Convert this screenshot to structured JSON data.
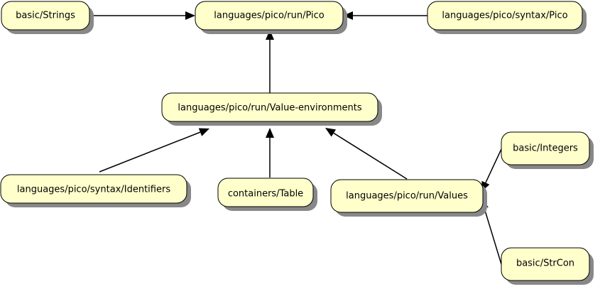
{
  "diagram": {
    "nodes": [
      {
        "id": "strings",
        "label": "basic/Strings"
      },
      {
        "id": "run-pico",
        "label": "languages/pico/run/Pico"
      },
      {
        "id": "syntax-pico",
        "label": "languages/pico/syntax/Pico"
      },
      {
        "id": "value-env",
        "label": "languages/pico/run/Value-environments"
      },
      {
        "id": "identifiers",
        "label": "languages/pico/syntax/Identifiers"
      },
      {
        "id": "table",
        "label": "containers/Table"
      },
      {
        "id": "values",
        "label": "languages/pico/run/Values"
      },
      {
        "id": "integers",
        "label": "basic/Integers"
      },
      {
        "id": "strcon",
        "label": "basic/StrCon"
      }
    ],
    "edges": [
      {
        "from": "strings",
        "to": "run-pico"
      },
      {
        "from": "syntax-pico",
        "to": "run-pico"
      },
      {
        "from": "value-env",
        "to": "run-pico"
      },
      {
        "from": "identifiers",
        "to": "value-env"
      },
      {
        "from": "table",
        "to": "value-env"
      },
      {
        "from": "values",
        "to": "value-env"
      },
      {
        "from": "integers",
        "to": "values"
      },
      {
        "from": "strcon",
        "to": "values"
      }
    ]
  }
}
